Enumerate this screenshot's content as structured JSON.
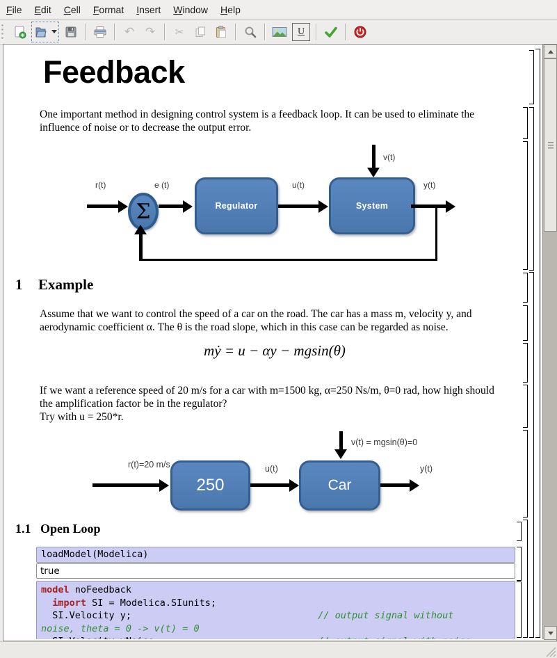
{
  "menu": {
    "items": [
      {
        "mnemonic": "F",
        "rest": "ile"
      },
      {
        "mnemonic": "E",
        "rest": "dit"
      },
      {
        "mnemonic": "C",
        "rest": "ell"
      },
      {
        "mnemonic": "F",
        "rest": "ormat"
      },
      {
        "mnemonic": "I",
        "rest": "nsert"
      },
      {
        "mnemonic": "W",
        "rest": "indow"
      },
      {
        "mnemonic": "H",
        "rest": "elp"
      }
    ]
  },
  "toolbar": {
    "buttons": [
      "new-document-icon",
      "open-folder-icon",
      "save-icon",
      "print-icon",
      "undo-icon",
      "redo-icon",
      "cut-icon",
      "copy-icon",
      "paste-icon",
      "search-icon",
      "image-icon",
      "underline-icon",
      "evaluate-check-icon",
      "stop-power-icon"
    ],
    "undo_glyph": "↶",
    "redo_glyph": "↷",
    "cut_glyph": "✂",
    "underline_glyph": "U"
  },
  "doc": {
    "title": "Feedback",
    "intro_lines": [
      "One important method in designing control system is a feedback loop. It can be used to eliminate the",
      "influence of noise or to decrease the output error."
    ],
    "diagram1": {
      "r": "r(t)",
      "e": "e (t)",
      "u": "u(t)",
      "y": "y(t)",
      "v": "v(t)",
      "sum": "Σ",
      "regulator": "Regulator",
      "system": "System"
    },
    "section1": {
      "number": "1",
      "title": "Example"
    },
    "para2_lines": [
      "Assume that we want to control the speed of a car on the road. The car has a mass m, velocity y, and",
      "aerodynamic coefficient α. The θ is the road slope, which in this case can be regarded as noise."
    ],
    "equation": "mẏ = u − αy − mgsin(θ)",
    "para3_lines": [
      "If we want a reference speed of 20 m/s for a car with m=1500 kg, α=250 Ns/m, θ=0 rad, how high should",
      "the amplification factor be in the regulator?",
      "Try with u = 250*r."
    ],
    "diagram2": {
      "r": "r(t)=20 m/s",
      "u": "u(t)",
      "y": "y(t)",
      "v": "v(t) = mgsin(θ)=0",
      "gain": "250",
      "car": "Car"
    },
    "section11": {
      "number": "1.1",
      "title": "Open Loop"
    },
    "cells": {
      "input1": "loadModel(Modelica)",
      "output1": "true",
      "model": {
        "l1_kw": "model",
        "l1_rest": " noFeedback",
        "l2_kw": "  import",
        "l2_rest": " SI = Modelica.SIunits;",
        "l3_code": "  SI.Velocity y;",
        "l3_comment": "                                 // output signal without",
        "l4_comment": "noise, theta = 0 -> v(t) = 0",
        "l5_code": "  SI.Velocity yNoise;",
        "l5_comment": "                            // output signal with noise"
      }
    }
  },
  "colors": {
    "accent_blue": "#4f81bd",
    "block_border": "#365f91",
    "code_cell_bg": "#ccccf4",
    "keyword_red": "#a62121",
    "comment_green": "#2f8f2f",
    "toolbar_bg": "#eeedeb"
  }
}
